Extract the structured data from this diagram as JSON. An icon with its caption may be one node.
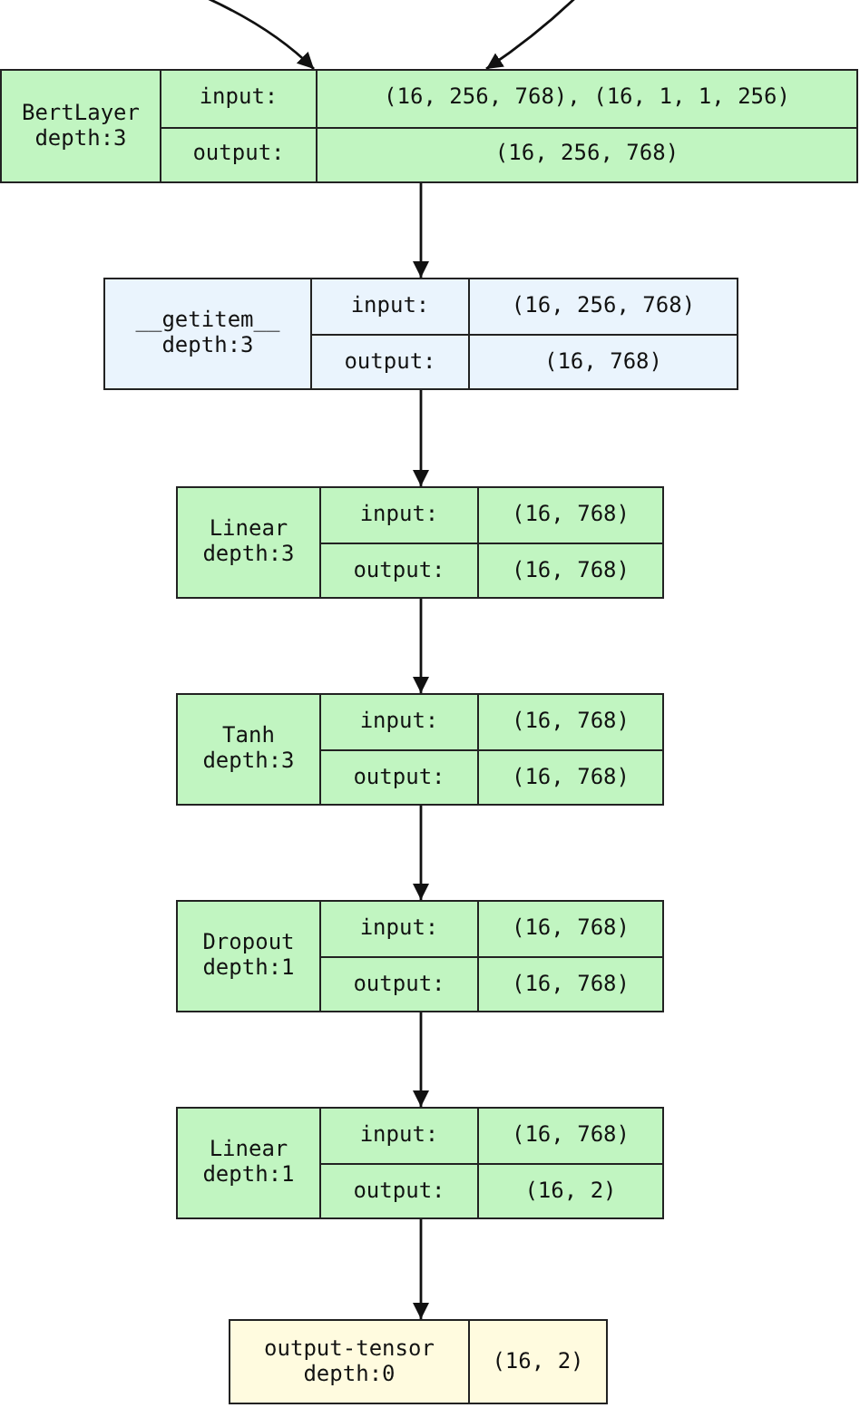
{
  "diagram": {
    "nodes": [
      {
        "text": [
          "BertLayer depth:3",
          "input:",
          "(16, 256, 768), (16, 1, 1, 256)",
          "output:",
          "(16, 256, 768)"
        ]
      },
      {
        "text": [
          "__getitem__ depth:3",
          "input:",
          "(16, 256, 768)",
          "output:",
          "(16, 768)"
        ]
      },
      {
        "text": [
          "Linear depth:3",
          "input:",
          "(16, 768)",
          "output:",
          "(16, 768)"
        ]
      },
      {
        "text": [
          "Tanh depth:3",
          "input:",
          "(16, 768)",
          "output:",
          "(16, 768)"
        ]
      },
      {
        "text": [
          "Dropout depth:1",
          "input:",
          "(16, 768)",
          "output:",
          "(16, 768)"
        ]
      },
      {
        "text": [
          "Linear depth:1",
          "input:",
          "(16, 768)",
          "output:",
          "(16, 2)"
        ]
      },
      {
        "text": [
          "output-tensor depth:0",
          "(16, 2)"
        ]
      }
    ],
    "edges": [
      {
        "from": null,
        "to": 0,
        "arrow": "to"
      },
      {
        "from": null,
        "to": 0,
        "arrow": "to"
      },
      {
        "from": 0,
        "to": 1,
        "arrow": "to"
      },
      {
        "from": 1,
        "to": 2,
        "arrow": "to"
      },
      {
        "from": 2,
        "to": 3,
        "arrow": "to"
      },
      {
        "from": 3,
        "to": 4,
        "arrow": "to"
      },
      {
        "from": 4,
        "to": 5,
        "arrow": "to"
      },
      {
        "from": 5,
        "to": 6,
        "arrow": "to"
      }
    ]
  }
}
